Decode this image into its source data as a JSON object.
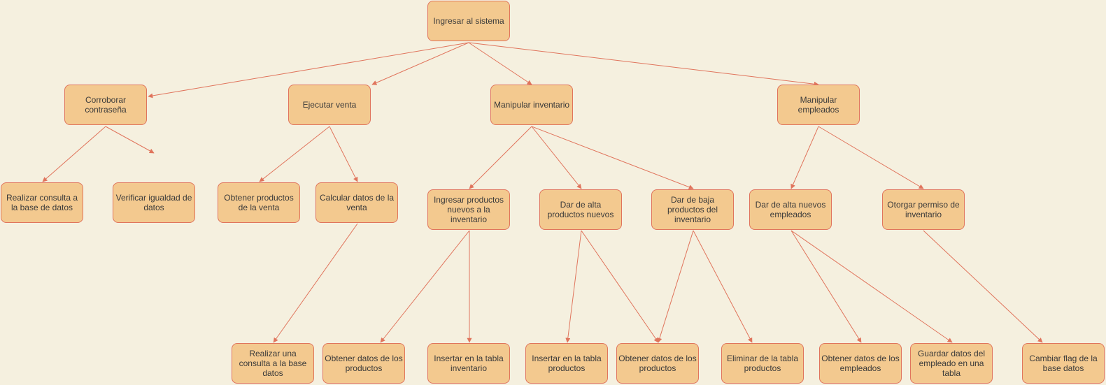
{
  "colors": {
    "background": "#f5f0df",
    "node_fill": "#f3c98f",
    "node_border": "#e0745c",
    "edge": "#e0745c",
    "text": "#3a3a3a"
  },
  "nodes": {
    "root": "Ingresar al sistema",
    "corroborar": "Corroborar contraseña",
    "ejecutar": "Ejecutar venta",
    "inventario": "Manipular inventario",
    "empleados": "Manipular empleados",
    "consulta_bd": "Realizar consulta a la base de datos",
    "verificar": "Verificar igualdad de datos",
    "obtener_prod_venta": "Obtener productos de la venta",
    "calcular": "Calcular datos de la venta",
    "ingresar_prod": "Ingresar productos nuevos a la inventario",
    "alta_prod": "Dar de alta productos nuevos",
    "baja_prod": "Dar de baja productos del inventario",
    "alta_empl": "Dar de alta nuevos empleados",
    "permiso": "Otorgar permiso de inventario",
    "consulta_bd2": "Realizar una consulta a la base datos",
    "obtener_datos_prod1": "Obtener datos de los productos",
    "insertar_inv": "Insertar en la tabla inventario",
    "insertar_prod": "Insertar en la tabla productos",
    "obtener_datos_prod2": "Obtener datos de los productos",
    "eliminar": "Eliminar de la tabla productos",
    "obtener_empl": "Obtener datos de los empleados",
    "guardar_empl": "Guardar datos del empleado en una tabla",
    "cambiar_flag": "Cambiar flag de la base datos"
  }
}
